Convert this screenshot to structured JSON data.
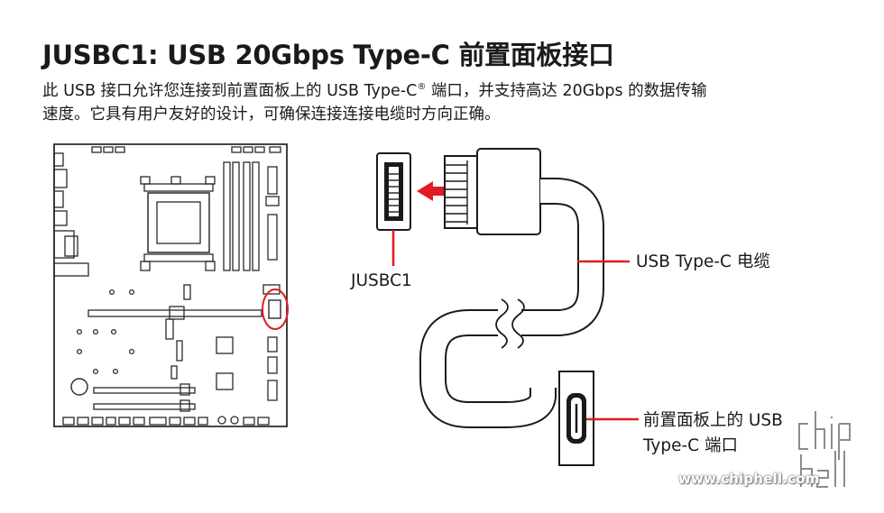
{
  "title": "JUSBC1: USB 20Gbps Type-C 前置面板接口",
  "description": {
    "line1_before_sup": "此 USB 接口允许您连接到前置面板上的 USB Type-C",
    "sup": "®",
    "line1_after_sup": " 端口，并支持高达 20Gbps 的数据传输",
    "line2": "速度。它具有用户友好的设计，可确保连接连接电缆时方向正确。"
  },
  "connector_label": "JUSBC1",
  "cable_label": "USB Type-C 电缆",
  "port_label_line1": "前置面板上的 USB",
  "port_label_line2": "Type-C 端口",
  "watermark": {
    "logo_text": "chip hell",
    "url": "www.chiphell.com"
  },
  "colors": {
    "highlight_red": "#e01b24",
    "line": "#1a1a1a",
    "board_outline": "#2a2a2a"
  }
}
